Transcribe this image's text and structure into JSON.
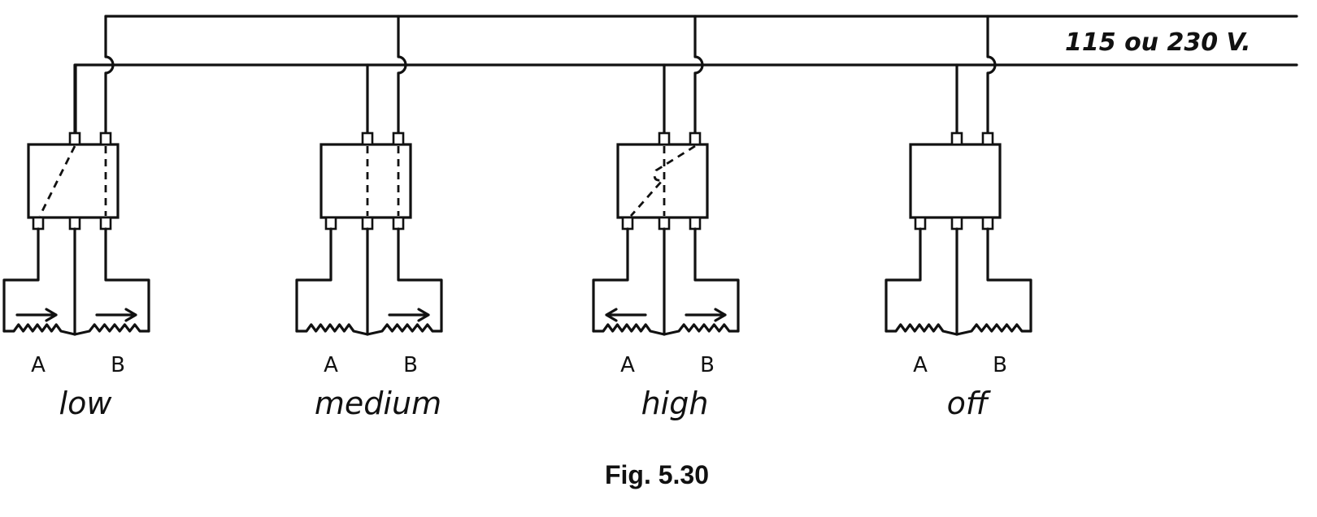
{
  "supply": {
    "voltage_label": "115 ou 230 V."
  },
  "switches": [
    {
      "setting": "low",
      "coil_a": "A",
      "coil_b": "B",
      "arrow_a": "right",
      "arrow_b": "right",
      "links": "diag-b"
    },
    {
      "setting": "medium",
      "coil_a": "A",
      "coil_b": "B",
      "arrow_a": "none",
      "arrow_b": "right",
      "links": "straight"
    },
    {
      "setting": "high",
      "coil_a": "A",
      "coil_b": "B",
      "arrow_a": "left",
      "arrow_b": "right",
      "links": "cross"
    },
    {
      "setting": "off",
      "coil_a": "A",
      "coil_b": "B",
      "arrow_a": "none",
      "arrow_b": "none",
      "links": "none"
    }
  ],
  "figure": {
    "caption": "Fig. 5.30"
  }
}
